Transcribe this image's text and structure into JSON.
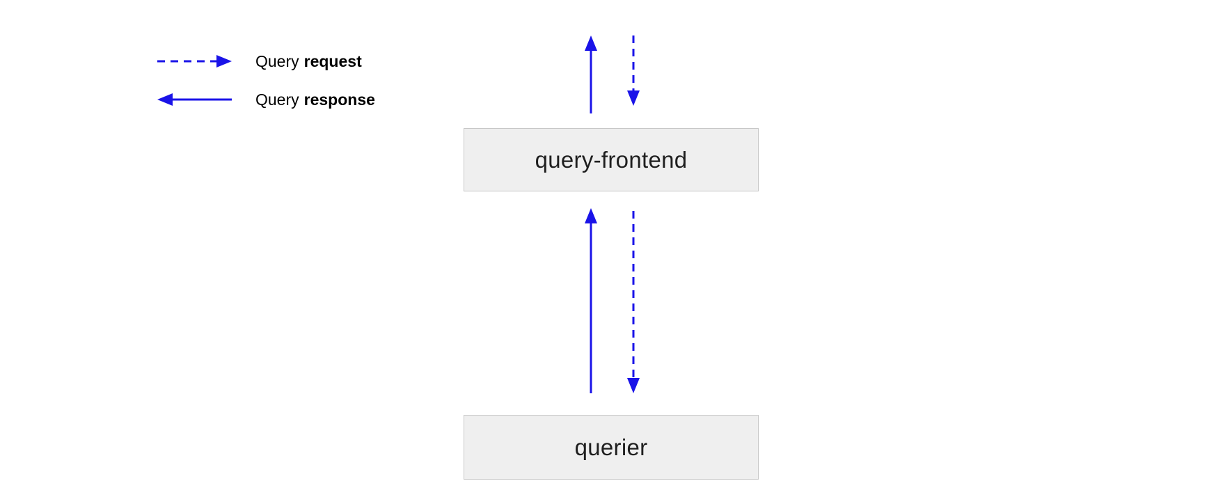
{
  "diagram": {
    "legend": {
      "items": [
        {
          "prefix": "Query",
          "bold": "request",
          "line_style": "dashed",
          "direction": "right"
        },
        {
          "prefix": "Query",
          "bold": "response",
          "line_style": "solid",
          "direction": "left"
        }
      ]
    },
    "nodes": [
      {
        "id": "query-frontend",
        "label": "query-frontend"
      },
      {
        "id": "querier",
        "label": "querier"
      }
    ],
    "edges": [
      {
        "from": "query-frontend",
        "to": "top",
        "type": "response",
        "style": "solid"
      },
      {
        "from": "top",
        "to": "query-frontend",
        "type": "request",
        "style": "dashed"
      },
      {
        "from": "querier",
        "to": "query-frontend",
        "type": "response",
        "style": "solid"
      },
      {
        "from": "query-frontend",
        "to": "querier",
        "type": "request",
        "style": "dashed"
      }
    ],
    "colors": {
      "arrow": "#1a13e8",
      "node_fill": "#efefef",
      "node_border": "#c7c7c7",
      "text": "#1f1f1f"
    }
  }
}
